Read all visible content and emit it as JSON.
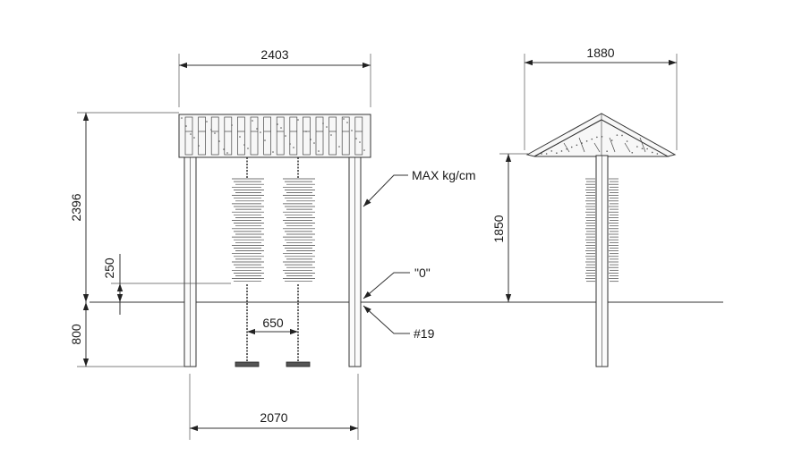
{
  "dimensions": {
    "top_width": "2403",
    "total_height": "2396",
    "clearance": "250",
    "embed_depth": "800",
    "seat_spacing": "650",
    "post_spacing": "2070",
    "side_width": "1880",
    "side_height": "1850"
  },
  "callouts": {
    "max_load": "MAX kg/cm",
    "ground_level": "\"0\"",
    "detail_ref": "#19"
  }
}
